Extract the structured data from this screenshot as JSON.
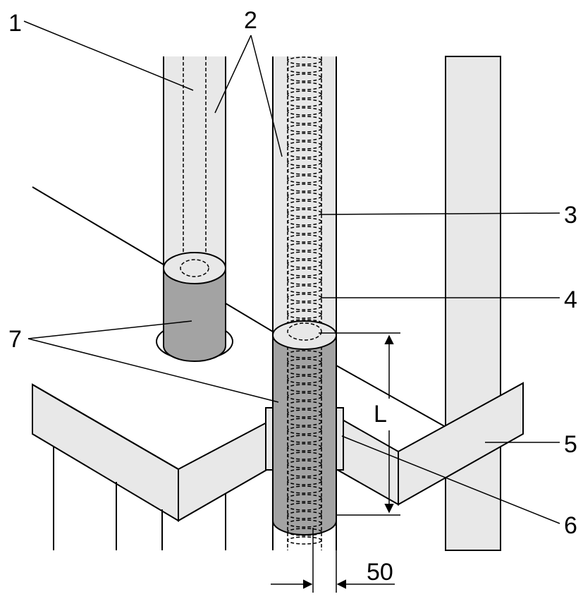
{
  "labels": {
    "n1": "1",
    "n2": "2",
    "n3": "3",
    "n4": "4",
    "n5": "5",
    "n6": "6",
    "n7": "7",
    "dim_L": "L",
    "dim_50": "50"
  },
  "colors": {
    "light_fill": "#e8e8e8",
    "sleeve_fill": "#a3a3a3",
    "line": "#000000",
    "background": "#ffffff"
  }
}
